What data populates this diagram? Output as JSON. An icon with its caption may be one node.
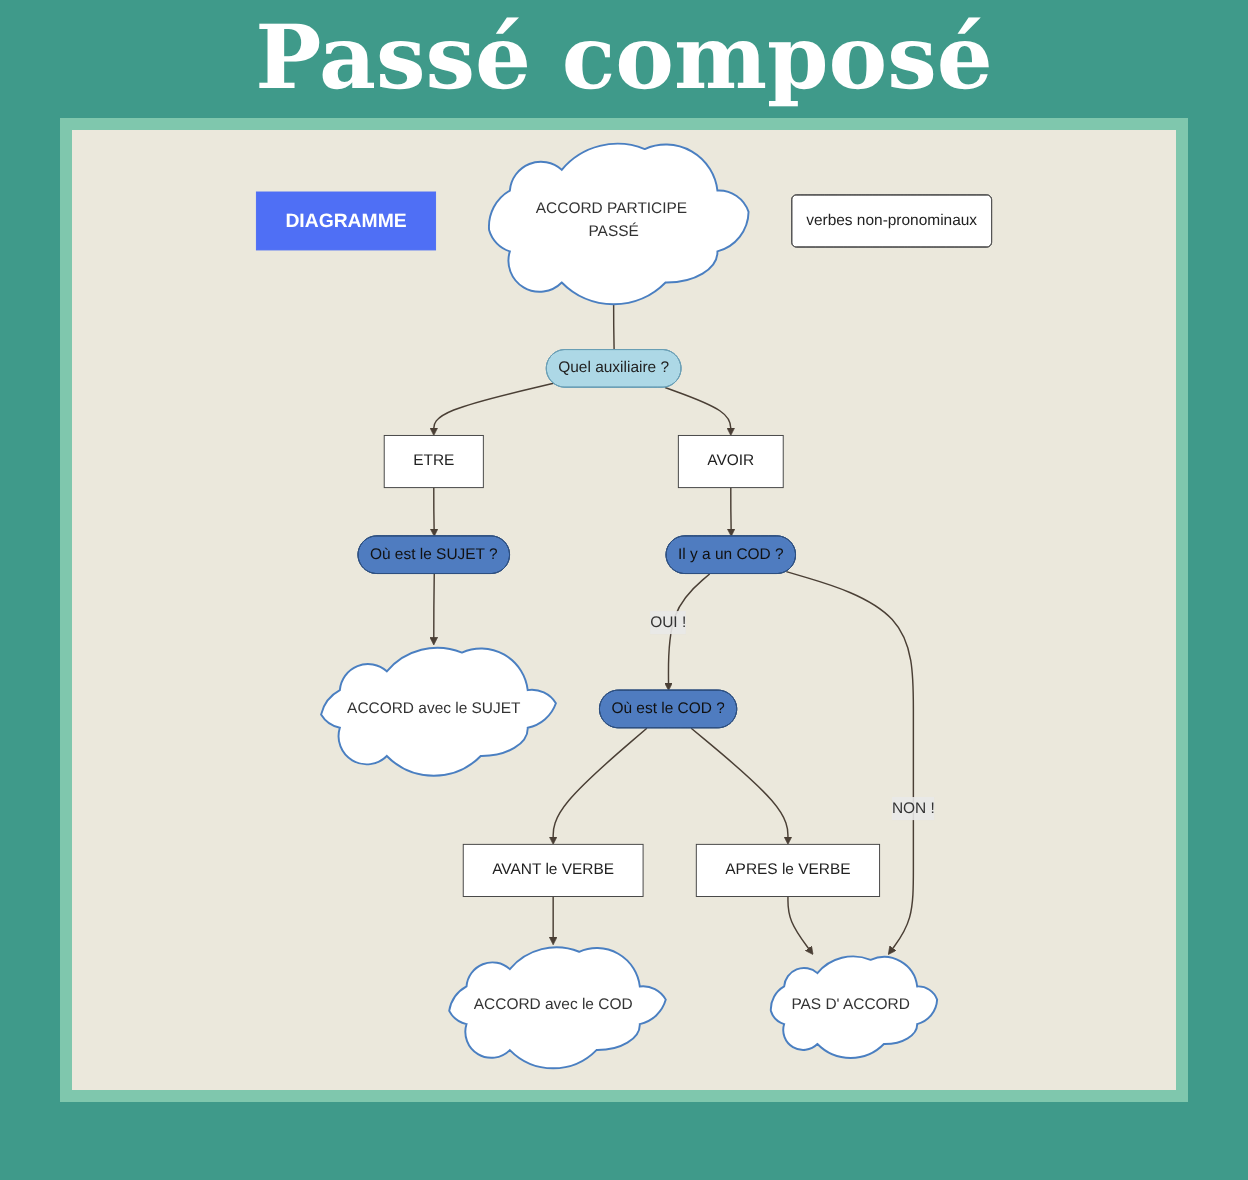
{
  "diagram": {
    "title": "Passé composé",
    "nodes": [
      {
        "text": [
          "DIAGRAMME"
        ]
      },
      {
        "text": [
          "ACCORD PARTICIPE PASSÉ"
        ]
      },
      {
        "text": [
          "verbes non-pronominaux"
        ]
      },
      {
        "text": [
          "Quel auxiliaire ?"
        ]
      },
      {
        "text": [
          "ETRE"
        ]
      },
      {
        "text": [
          "AVOIR"
        ]
      },
      {
        "text": [
          "Il y a un COD ?"
        ]
      },
      {
        "text": [
          "Où est le SUJET ?"
        ]
      },
      {
        "text": [
          "Où est le COD ?"
        ]
      },
      {
        "text": [
          "AVANT le VERBE"
        ]
      },
      {
        "text": [
          "APRES le VERBE"
        ]
      },
      {
        "text": [
          "ACCORD avec le SUJET"
        ]
      },
      {
        "text": [
          "ACCORD avec le COD"
        ]
      },
      {
        "text": [
          "PAS D' ACCORD"
        ]
      }
    ],
    "edges": [
      {
        "from": 1,
        "to": 3,
        "arrow": "none"
      },
      {
        "from": 3,
        "to": 4,
        "arrow": "to"
      },
      {
        "from": 3,
        "to": 5,
        "arrow": "to"
      },
      {
        "from": 4,
        "to": 7,
        "arrow": "to"
      },
      {
        "from": 5,
        "to": 6,
        "arrow": "to"
      },
      {
        "from": 6,
        "to": 8,
        "arrow": "to",
        "label": "OUI !"
      },
      {
        "from": 6,
        "to": 13,
        "arrow": "to",
        "label": "NON !"
      },
      {
        "from": 7,
        "to": 11,
        "arrow": "to"
      },
      {
        "from": 8,
        "to": 9,
        "arrow": "to"
      },
      {
        "from": 8,
        "to": 10,
        "arrow": "to"
      },
      {
        "from": 9,
        "to": 12,
        "arrow": "to"
      },
      {
        "from": 10,
        "to": 13,
        "arrow": "to"
      }
    ]
  }
}
